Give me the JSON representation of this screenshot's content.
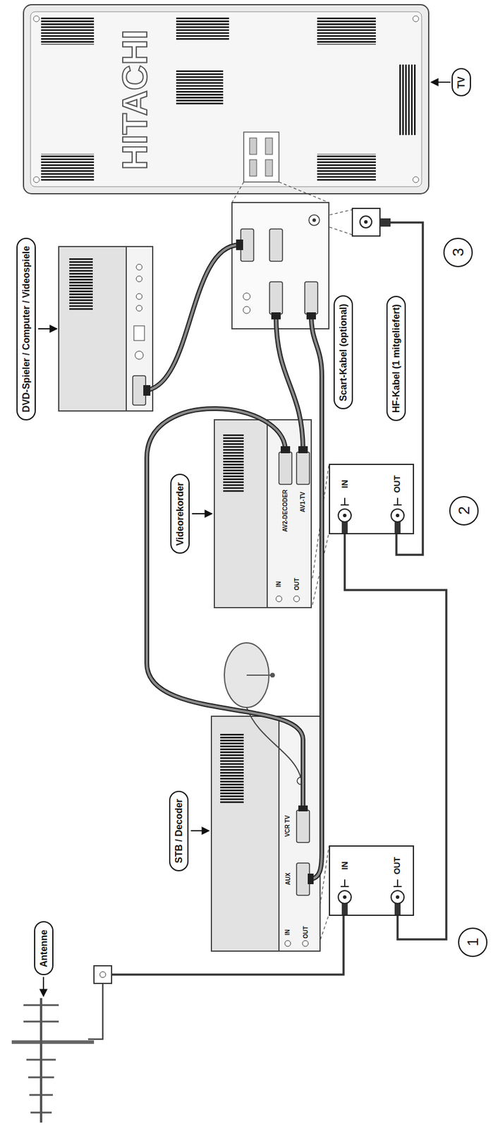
{
  "diagram": {
    "nodes": [
      {
        "text": [
          "Antenne"
        ]
      },
      {
        "text": [
          "STB / Decoder"
        ]
      },
      {
        "text": [
          "DVD-Spieler / Computer / Videospiele"
        ]
      },
      {
        "text": [
          "Videorekorder"
        ]
      },
      {
        "text": [
          "TV"
        ]
      },
      {
        "text": [
          "Scart-Kabel (optional)"
        ]
      },
      {
        "text": [
          "HF-Kabel (1 mitgeliefert)"
        ]
      },
      {
        "text": [
          "1"
        ]
      },
      {
        "text": [
          "2"
        ]
      },
      {
        "text": [
          "3"
        ]
      },
      {
        "text": [
          "IN",
          "OUT"
        ]
      },
      {
        "text": [
          "IN",
          "OUT"
        ]
      }
    ],
    "edges": [
      {
        "from": 10,
        "to": 11,
        "arrow": "none"
      }
    ],
    "labels": [
      "HITACHI",
      "IN",
      "OUT",
      "AUX",
      "VCR TV",
      "IN",
      "OUT",
      "AV2-DECODER",
      "AV1-TV"
    ]
  }
}
